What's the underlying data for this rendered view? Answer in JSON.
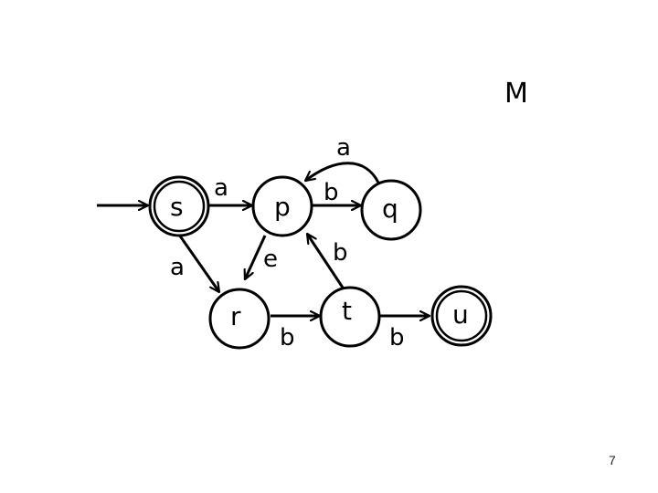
{
  "title": "M",
  "page_number": "7",
  "states": [
    {
      "id": "s",
      "label": "s",
      "accepting": true,
      "start": true
    },
    {
      "id": "p",
      "label": "p",
      "accepting": false
    },
    {
      "id": "q",
      "label": "q",
      "accepting": false
    },
    {
      "id": "r",
      "label": "r",
      "accepting": false
    },
    {
      "id": "t",
      "label": "t",
      "accepting": false
    },
    {
      "id": "u",
      "label": "u",
      "accepting": true
    }
  ],
  "transitions": [
    {
      "from": "s",
      "to": "p",
      "label": "a"
    },
    {
      "from": "p",
      "to": "q",
      "label": "b"
    },
    {
      "from": "q",
      "to": "p",
      "label": "a"
    },
    {
      "from": "s",
      "to": "r",
      "label": "a"
    },
    {
      "from": "p",
      "to": "r",
      "label": "e"
    },
    {
      "from": "t",
      "to": "p",
      "label": "b"
    },
    {
      "from": "r",
      "to": "t",
      "label": "b"
    },
    {
      "from": "t",
      "to": "u",
      "label": "b"
    }
  ],
  "colors": {
    "ink": "#000000",
    "background": "#ffffff"
  }
}
